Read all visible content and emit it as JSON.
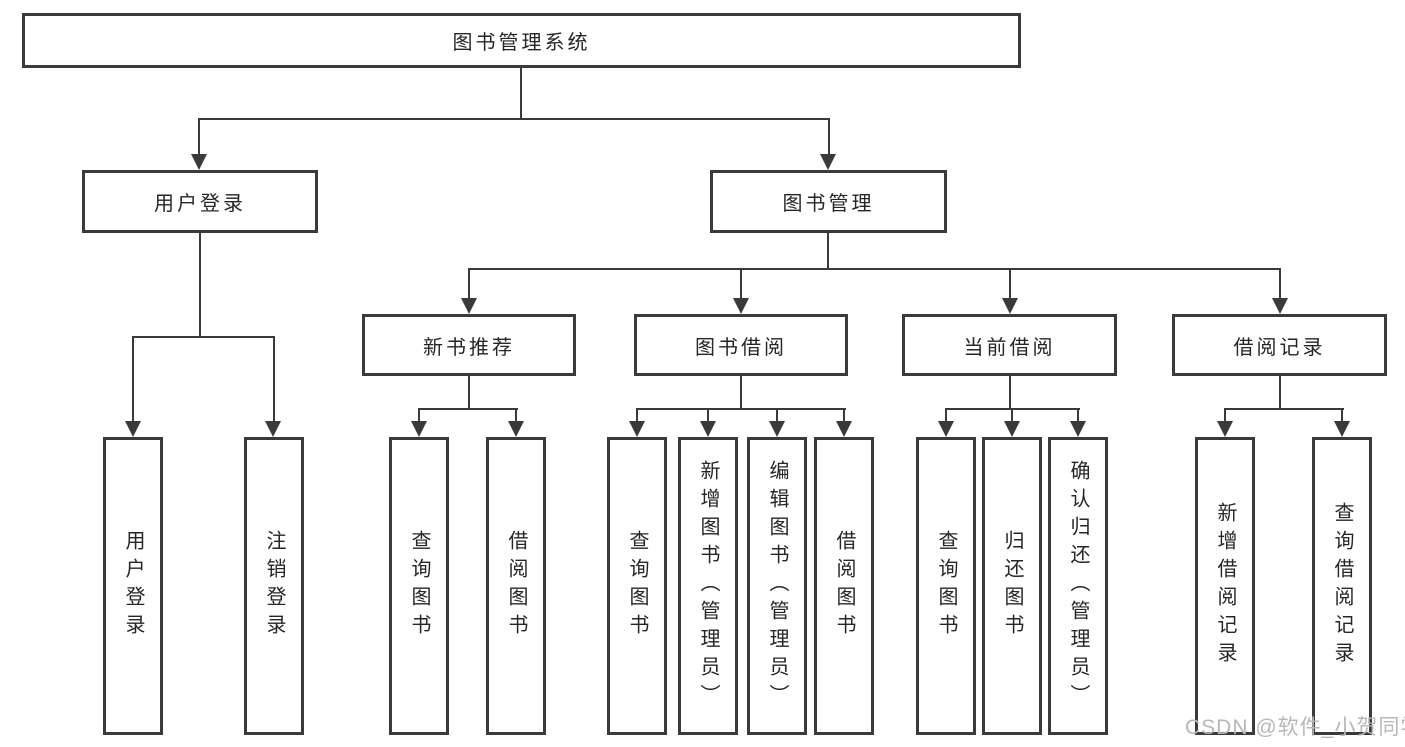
{
  "colors": {
    "line": "#3a3a3a",
    "text": "#262626",
    "bg": "#ffffff",
    "watermark": "#b7b7b7"
  },
  "root": {
    "label": "图书管理系统"
  },
  "branches": [
    {
      "label": "用户登录",
      "leaves": [
        {
          "label": "用户登录"
        },
        {
          "label": "注销登录"
        }
      ]
    },
    {
      "label": "图书管理",
      "sections": [
        {
          "label": "新书推荐",
          "leaves": [
            {
              "label": "查询图书"
            },
            {
              "label": "借阅图书"
            }
          ]
        },
        {
          "label": "图书借阅",
          "leaves": [
            {
              "label": "查询图书"
            },
            {
              "label": "新增图书（管理员）"
            },
            {
              "label": "编辑图书（管理员）"
            },
            {
              "label": "借阅图书"
            }
          ]
        },
        {
          "label": "当前借阅",
          "leaves": [
            {
              "label": "查询图书"
            },
            {
              "label": "归还图书"
            },
            {
              "label": "确认归还（管理员）"
            }
          ]
        },
        {
          "label": "借阅记录",
          "leaves": [
            {
              "label": "新增借阅记录"
            },
            {
              "label": "查询借阅记录"
            }
          ]
        }
      ]
    }
  ],
  "watermark": {
    "text": "CSDN @软件_小贺同学"
  }
}
